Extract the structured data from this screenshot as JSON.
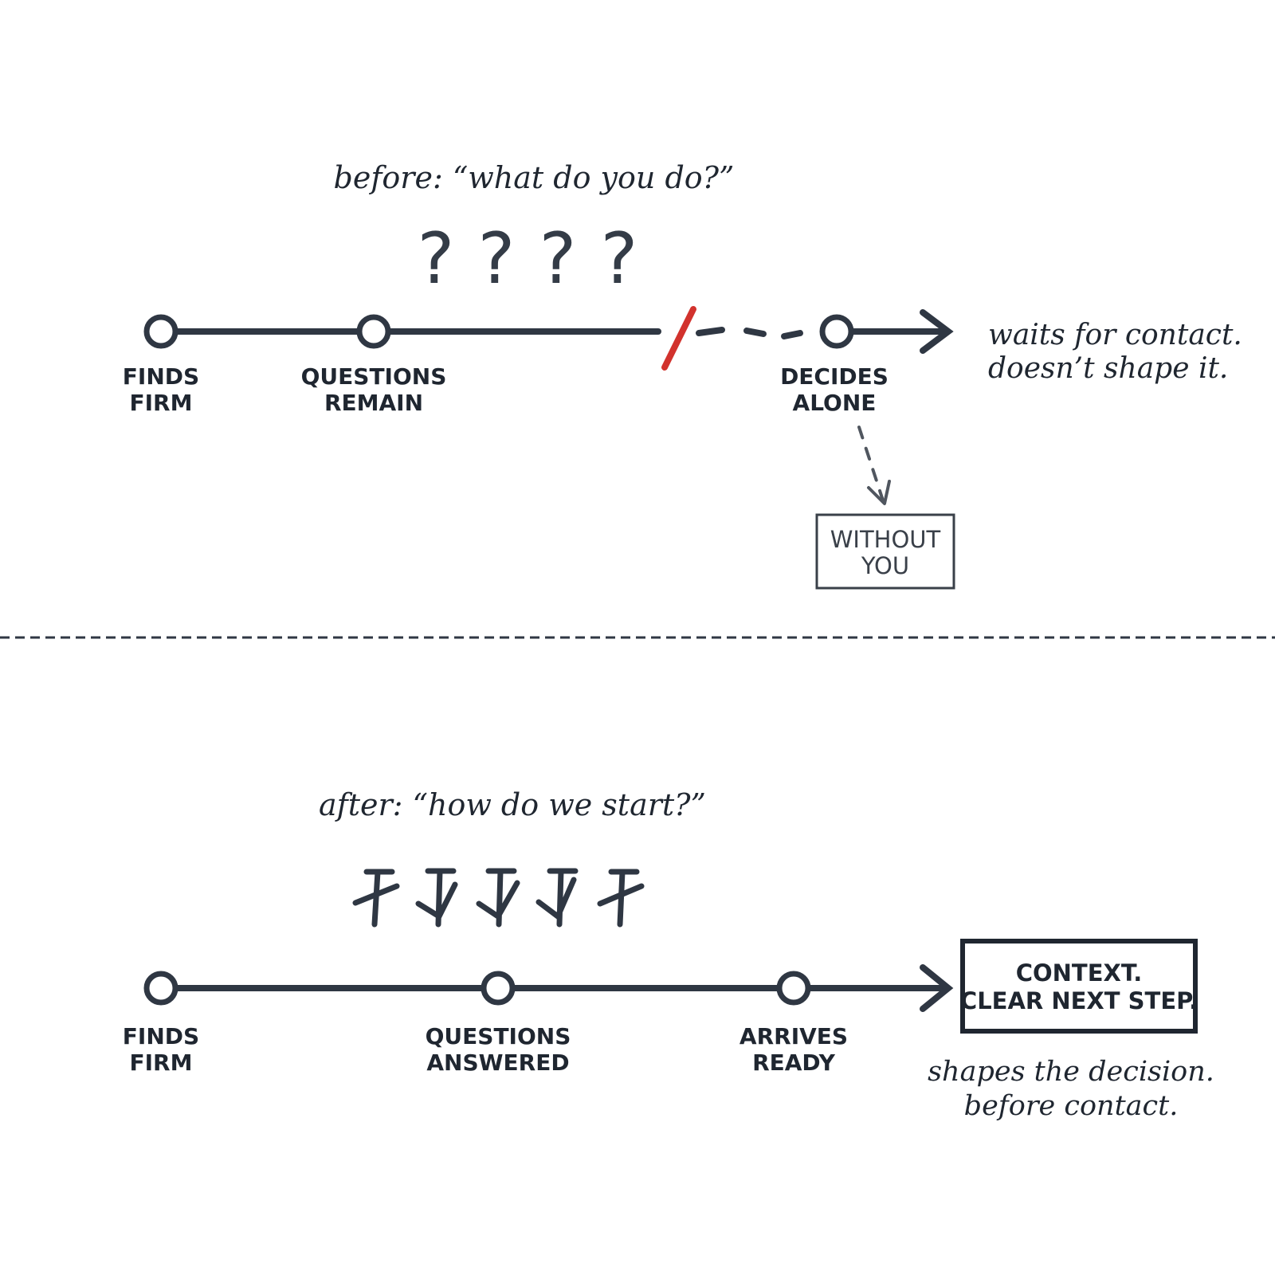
{
  "colors": {
    "ink": "#2f3743",
    "break_mark": "#d2322d",
    "background": "#ffffff"
  },
  "before": {
    "caption": "before: “what do you do?”",
    "question_marks": [
      "?",
      "?",
      "?",
      "?"
    ],
    "steps": [
      {
        "line1": "FINDS",
        "line2": "FIRM"
      },
      {
        "line1": "QUESTIONS",
        "line2": "REMAIN"
      },
      {
        "line1": "DECIDES",
        "line2": "ALONE"
      }
    ],
    "outcome": {
      "line1": "waits for contact.",
      "line2": "doesn’t shape it."
    },
    "side_box": {
      "line1": "WITHOUT",
      "line2": "YOU"
    }
  },
  "after": {
    "caption": "after: “how do we start?”",
    "check_count": 5,
    "steps": [
      {
        "line1": "FINDS",
        "line2": "FIRM"
      },
      {
        "line1": "QUESTIONS",
        "line2": "ANSWERED"
      },
      {
        "line1": "ARRIVES",
        "line2": "READY"
      }
    ],
    "result_box": {
      "line1": "CONTEXT.",
      "line2": "CLEAR NEXT STEP."
    },
    "outcome": {
      "line1": "shapes the decision.",
      "line2": "before contact."
    }
  }
}
